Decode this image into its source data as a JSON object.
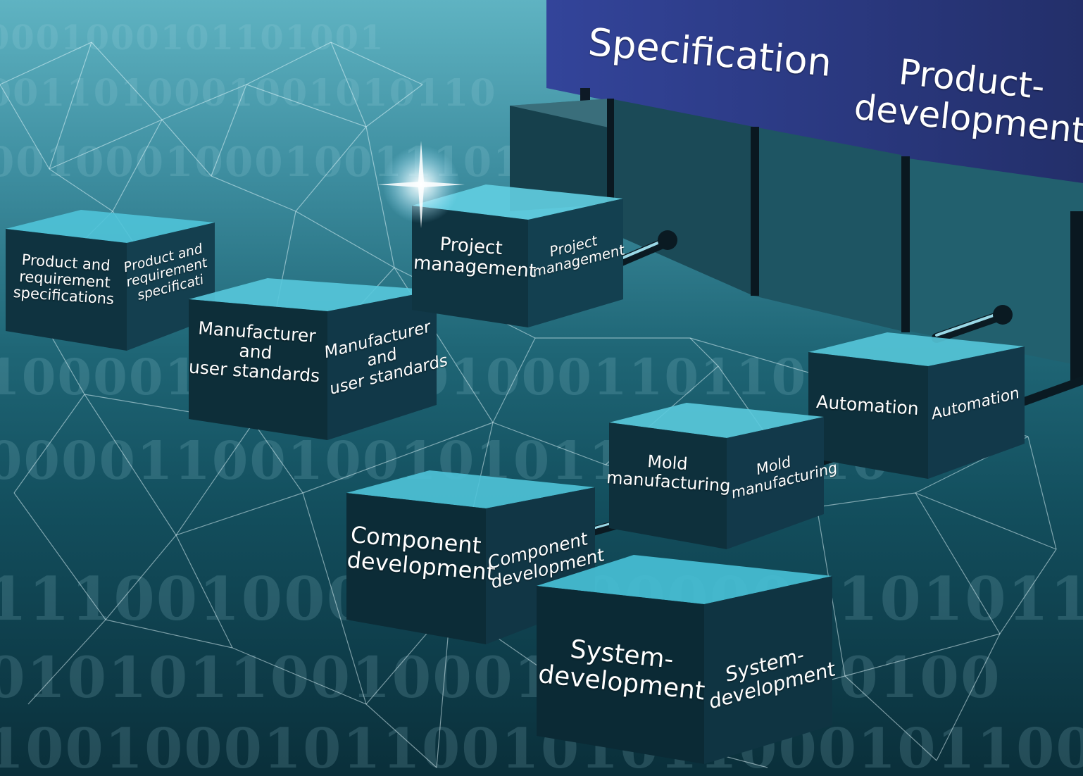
{
  "header": {
    "specification": "Specification",
    "product_development_line1": "Product-",
    "product_development_line2": "development"
  },
  "blocks": {
    "product_requirements": {
      "front": [
        "Product and",
        "requirement",
        "specifications"
      ],
      "side": [
        "Product and",
        "requirement",
        "specificati"
      ]
    },
    "manufacturer_standards": {
      "front": [
        "Manufacturer",
        "and",
        "user standards"
      ],
      "side": [
        "Manufacturer",
        "and",
        "user standards"
      ]
    },
    "project_management": {
      "front": [
        "Project",
        "management"
      ],
      "side": [
        "Project",
        "management"
      ]
    },
    "automation": {
      "front": [
        "Automation"
      ],
      "side": [
        "Automation"
      ]
    },
    "mold_manufacturing": {
      "front": [
        "Mold",
        "manufacturing"
      ],
      "side": [
        "Mold",
        "manufacturing"
      ]
    },
    "component_development": {
      "front": [
        "Component",
        "development"
      ],
      "side": [
        "Component",
        "development"
      ]
    },
    "system_development": {
      "front": [
        "System-",
        "development"
      ],
      "side": [
        "System-",
        "development"
      ]
    }
  },
  "background": {
    "binary_rows": [
      "0001000101101001",
      "0011010001001010110",
      "00100010001001110101",
      "10000101001001000110110",
      "000011001001010110001010",
      "11100100010110000001101011",
      "0101011001000100110110100",
      "10010001011001010110001011000101"
    ]
  },
  "colors": {
    "header_band": "#2b3a7a",
    "cube_top": "#4fc3d8",
    "cube_front": "#0d2e38",
    "cube_side": "#12394a"
  }
}
